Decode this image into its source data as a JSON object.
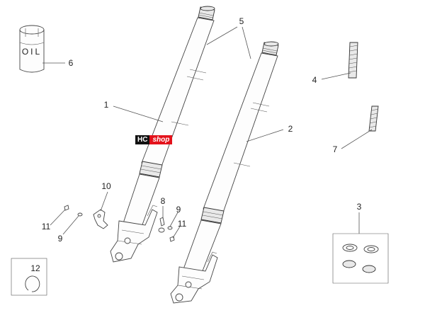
{
  "watermark": {
    "left": "HC",
    "right": "shop"
  },
  "oil_can_text": "OIL",
  "callouts": {
    "c1": "1",
    "c2": "2",
    "c3": "3",
    "c4": "4",
    "c5": "5",
    "c6": "6",
    "c7": "7",
    "c8": "8",
    "c9a": "9",
    "c9b": "9",
    "c10": "10",
    "c11a": "11",
    "c11b": "11",
    "c12": "12"
  }
}
